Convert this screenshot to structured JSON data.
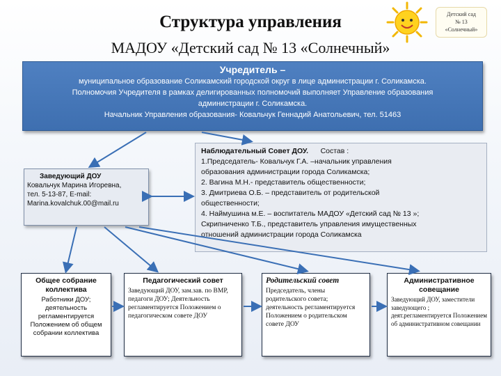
{
  "header": {
    "title": "Структура управления",
    "subtitle": "МАДОУ «Детский сад № 13 «Солнечный»"
  },
  "logo": {
    "line1": "Детский сад",
    "line2": "№ 13",
    "line3": "«Солнечный»"
  },
  "founder": {
    "title": "Учредитель –",
    "lines": [
      "муниципальное образование Соликамский городской округ в лице администрации г. Соликамска.",
      "Полномочия Учредителя в рамках делигированных полномочий выполняет Управление образования",
      "администрации г. Соликамска.",
      "Начальник Управления образования- Ковальчук Геннадий Анатольевич, тел. 51463"
    ]
  },
  "head": {
    "title": "Заведующий ДОУ",
    "lines": [
      "Ковальчук Марина Игоревна,",
      "тел. 5-13-87, E-mail:",
      "Marina.kovalchuk.00@mail.ru"
    ]
  },
  "council": {
    "title": "Наблюдательный Совет ДОУ.",
    "composition": "Состав :",
    "lines": [
      "1.Председатель- Ковальчук Г.А. –начальник управления",
      "образования администрации города Соликамска;",
      "2. Вагина М.Н.- представитель общественности;",
      "3. Дмитриева О.Б. – представитель от родительской",
      "общественности;",
      "4. Наймушина м.Е. – воспитатель МАДОУ «Детский сад № 13 »;",
      "Скрипниченко Т.Б., представитель управления имущественных",
      "отношений администрации города Соликамска"
    ]
  },
  "cards": [
    {
      "title": "Общее собрание коллектива",
      "body": "Работники ДОУ; деятельность регламентируется Положением об общем собрании коллектива"
    },
    {
      "title": "Педагогический совет",
      "body": "Заведующий ДОУ, зам.зав. по ВМР, педагоги ДОУ; Деятельность регламентируется Положением о педагогическом совете ДОУ"
    },
    {
      "title": "Родительский совет",
      "body": "Председатель, члены родительского совета; деятельность регламентируется Положением о родительском совете ДОУ"
    },
    {
      "title": "Административное совещание",
      "body": "Заведующий ДОУ, заместители заведующего ; деят.регламентируется Положением об административном совещании"
    }
  ],
  "colors": {
    "founder_bg": "#4a7bbd",
    "arrow": "#3a6fb5",
    "panel": "#e7ebf2"
  }
}
